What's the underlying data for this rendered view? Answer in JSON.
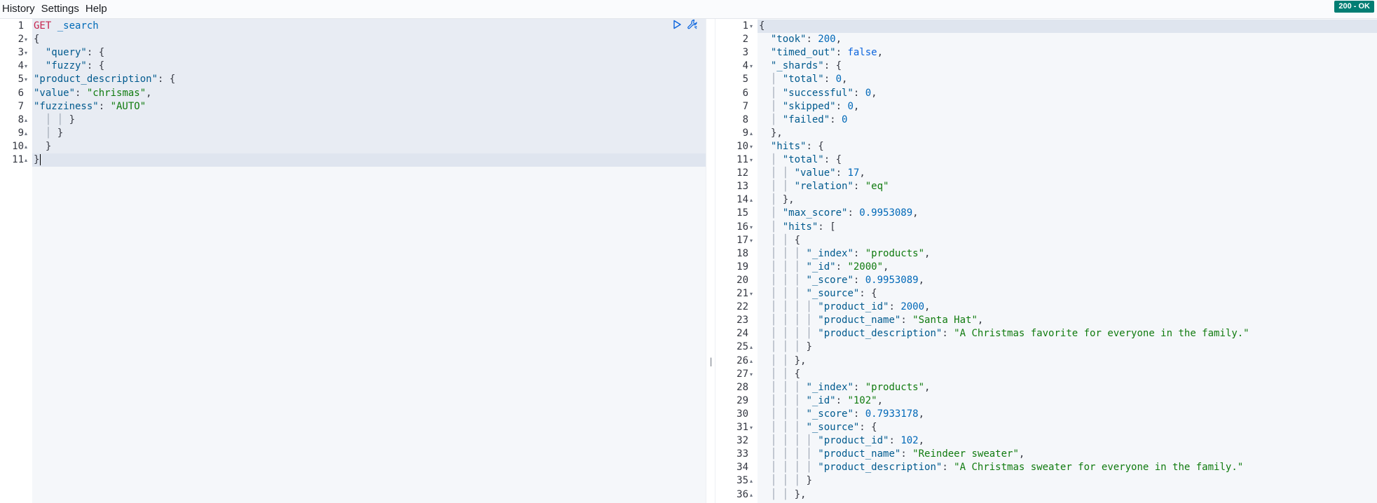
{
  "menu": {
    "items": [
      "History",
      "Settings",
      "Help"
    ]
  },
  "status": {
    "label": "200 - OK",
    "color": "#017d73"
  },
  "request": {
    "gutter": [
      {
        "n": "1",
        "fold": ""
      },
      {
        "n": "2",
        "fold": "▾"
      },
      {
        "n": "3",
        "fold": "▾"
      },
      {
        "n": "4",
        "fold": "▾"
      },
      {
        "n": "5",
        "fold": "▾"
      },
      {
        "n": "6",
        "fold": ""
      },
      {
        "n": "7",
        "fold": ""
      },
      {
        "n": "8",
        "fold": "▴"
      },
      {
        "n": "9",
        "fold": "▴"
      },
      {
        "n": "10",
        "fold": "▴"
      },
      {
        "n": "11",
        "fold": "▴"
      }
    ],
    "lines": [
      [
        {
          "t": "GET",
          "c": "method"
        },
        {
          "t": " "
        },
        {
          "t": "_search",
          "c": "path"
        }
      ],
      [
        {
          "t": "{",
          "c": "punc"
        }
      ],
      [
        {
          "t": "  "
        },
        {
          "t": "\"query\"",
          "c": "key"
        },
        {
          "t": ": {",
          "c": "punc"
        }
      ],
      [
        {
          "t": "  "
        },
        {
          "t": "\"fuzzy\"",
          "c": "key"
        },
        {
          "t": ": {",
          "c": "punc"
        }
      ],
      [
        {
          "t": "\"product_description\"",
          "c": "key"
        },
        {
          "t": ": {",
          "c": "punc"
        }
      ],
      [
        {
          "t": "\"value\"",
          "c": "key"
        },
        {
          "t": ": ",
          "c": "punc"
        },
        {
          "t": "\"chrismas\"",
          "c": "str"
        },
        {
          "t": ",",
          "c": "punc"
        }
      ],
      [
        {
          "t": "\"fuzziness\"",
          "c": "key"
        },
        {
          "t": ": ",
          "c": "punc"
        },
        {
          "t": "\"AUTO\"",
          "c": "str"
        }
      ],
      [
        {
          "t": "  │ │ ",
          "c": "guide"
        },
        {
          "t": "}",
          "c": "punc"
        }
      ],
      [
        {
          "t": "  │ ",
          "c": "guide"
        },
        {
          "t": "}",
          "c": "punc"
        }
      ],
      [
        {
          "t": "  "
        },
        {
          "t": "}",
          "c": "punc"
        }
      ],
      [
        {
          "t": "}",
          "c": "punc"
        }
      ]
    ],
    "tools": [
      "play-icon",
      "wrench-icon"
    ]
  },
  "response": {
    "gutter": [
      {
        "n": "1",
        "fold": "▾"
      },
      {
        "n": "2",
        "fold": ""
      },
      {
        "n": "3",
        "fold": ""
      },
      {
        "n": "4",
        "fold": "▾"
      },
      {
        "n": "5",
        "fold": ""
      },
      {
        "n": "6",
        "fold": ""
      },
      {
        "n": "7",
        "fold": ""
      },
      {
        "n": "8",
        "fold": ""
      },
      {
        "n": "9",
        "fold": "▴"
      },
      {
        "n": "10",
        "fold": "▾"
      },
      {
        "n": "11",
        "fold": "▾"
      },
      {
        "n": "12",
        "fold": ""
      },
      {
        "n": "13",
        "fold": ""
      },
      {
        "n": "14",
        "fold": "▴"
      },
      {
        "n": "15",
        "fold": ""
      },
      {
        "n": "16",
        "fold": "▾"
      },
      {
        "n": "17",
        "fold": "▾"
      },
      {
        "n": "18",
        "fold": ""
      },
      {
        "n": "19",
        "fold": ""
      },
      {
        "n": "20",
        "fold": ""
      },
      {
        "n": "21",
        "fold": "▾"
      },
      {
        "n": "22",
        "fold": ""
      },
      {
        "n": "23",
        "fold": ""
      },
      {
        "n": "24",
        "fold": ""
      },
      {
        "n": "25",
        "fold": "▴"
      },
      {
        "n": "26",
        "fold": "▴"
      },
      {
        "n": "27",
        "fold": "▾"
      },
      {
        "n": "28",
        "fold": ""
      },
      {
        "n": "29",
        "fold": ""
      },
      {
        "n": "30",
        "fold": ""
      },
      {
        "n": "31",
        "fold": "▾"
      },
      {
        "n": "32",
        "fold": ""
      },
      {
        "n": "33",
        "fold": ""
      },
      {
        "n": "34",
        "fold": ""
      },
      {
        "n": "35",
        "fold": "▴"
      },
      {
        "n": "36",
        "fold": "▴"
      }
    ],
    "lines": [
      [
        {
          "t": "{",
          "c": "punc"
        }
      ],
      [
        {
          "t": "  "
        },
        {
          "t": "\"took\"",
          "c": "key"
        },
        {
          "t": ": ",
          "c": "punc"
        },
        {
          "t": "200",
          "c": "num"
        },
        {
          "t": ",",
          "c": "punc"
        }
      ],
      [
        {
          "t": "  "
        },
        {
          "t": "\"timed_out\"",
          "c": "key"
        },
        {
          "t": ": ",
          "c": "punc"
        },
        {
          "t": "false",
          "c": "bool"
        },
        {
          "t": ",",
          "c": "punc"
        }
      ],
      [
        {
          "t": "  "
        },
        {
          "t": "\"_shards\"",
          "c": "key"
        },
        {
          "t": ": {",
          "c": "punc"
        }
      ],
      [
        {
          "t": "  │ ",
          "c": "guide"
        },
        {
          "t": "\"total\"",
          "c": "key"
        },
        {
          "t": ": ",
          "c": "punc"
        },
        {
          "t": "0",
          "c": "num"
        },
        {
          "t": ",",
          "c": "punc"
        }
      ],
      [
        {
          "t": "  │ ",
          "c": "guide"
        },
        {
          "t": "\"successful\"",
          "c": "key"
        },
        {
          "t": ": ",
          "c": "punc"
        },
        {
          "t": "0",
          "c": "num"
        },
        {
          "t": ",",
          "c": "punc"
        }
      ],
      [
        {
          "t": "  │ ",
          "c": "guide"
        },
        {
          "t": "\"skipped\"",
          "c": "key"
        },
        {
          "t": ": ",
          "c": "punc"
        },
        {
          "t": "0",
          "c": "num"
        },
        {
          "t": ",",
          "c": "punc"
        }
      ],
      [
        {
          "t": "  │ ",
          "c": "guide"
        },
        {
          "t": "\"failed\"",
          "c": "key"
        },
        {
          "t": ": ",
          "c": "punc"
        },
        {
          "t": "0",
          "c": "num"
        }
      ],
      [
        {
          "t": "  "
        },
        {
          "t": "},",
          "c": "punc"
        }
      ],
      [
        {
          "t": "  "
        },
        {
          "t": "\"hits\"",
          "c": "key"
        },
        {
          "t": ": {",
          "c": "punc"
        }
      ],
      [
        {
          "t": "  │ ",
          "c": "guide"
        },
        {
          "t": "\"total\"",
          "c": "key"
        },
        {
          "t": ": {",
          "c": "punc"
        }
      ],
      [
        {
          "t": "  │ │ ",
          "c": "guide"
        },
        {
          "t": "\"value\"",
          "c": "key"
        },
        {
          "t": ": ",
          "c": "punc"
        },
        {
          "t": "17",
          "c": "num"
        },
        {
          "t": ",",
          "c": "punc"
        }
      ],
      [
        {
          "t": "  │ │ ",
          "c": "guide"
        },
        {
          "t": "\"relation\"",
          "c": "key"
        },
        {
          "t": ": ",
          "c": "punc"
        },
        {
          "t": "\"eq\"",
          "c": "str"
        }
      ],
      [
        {
          "t": "  │ ",
          "c": "guide"
        },
        {
          "t": "},",
          "c": "punc"
        }
      ],
      [
        {
          "t": "  │ ",
          "c": "guide"
        },
        {
          "t": "\"max_score\"",
          "c": "key"
        },
        {
          "t": ": ",
          "c": "punc"
        },
        {
          "t": "0.9953089",
          "c": "num"
        },
        {
          "t": ",",
          "c": "punc"
        }
      ],
      [
        {
          "t": "  │ ",
          "c": "guide"
        },
        {
          "t": "\"hits\"",
          "c": "key"
        },
        {
          "t": ": [",
          "c": "punc"
        }
      ],
      [
        {
          "t": "  │ │ ",
          "c": "guide"
        },
        {
          "t": "{",
          "c": "punc"
        }
      ],
      [
        {
          "t": "  │ │ │ ",
          "c": "guide"
        },
        {
          "t": "\"_index\"",
          "c": "key"
        },
        {
          "t": ": ",
          "c": "punc"
        },
        {
          "t": "\"products\"",
          "c": "str"
        },
        {
          "t": ",",
          "c": "punc"
        }
      ],
      [
        {
          "t": "  │ │ │ ",
          "c": "guide"
        },
        {
          "t": "\"_id\"",
          "c": "key"
        },
        {
          "t": ": ",
          "c": "punc"
        },
        {
          "t": "\"2000\"",
          "c": "str"
        },
        {
          "t": ",",
          "c": "punc"
        }
      ],
      [
        {
          "t": "  │ │ │ ",
          "c": "guide"
        },
        {
          "t": "\"_score\"",
          "c": "key"
        },
        {
          "t": ": ",
          "c": "punc"
        },
        {
          "t": "0.9953089",
          "c": "num"
        },
        {
          "t": ",",
          "c": "punc"
        }
      ],
      [
        {
          "t": "  │ │ │ ",
          "c": "guide"
        },
        {
          "t": "\"_source\"",
          "c": "key"
        },
        {
          "t": ": {",
          "c": "punc"
        }
      ],
      [
        {
          "t": "  │ │ │ │ ",
          "c": "guide"
        },
        {
          "t": "\"product_id\"",
          "c": "key"
        },
        {
          "t": ": ",
          "c": "punc"
        },
        {
          "t": "2000",
          "c": "num"
        },
        {
          "t": ",",
          "c": "punc"
        }
      ],
      [
        {
          "t": "  │ │ │ │ ",
          "c": "guide"
        },
        {
          "t": "\"product_name\"",
          "c": "key"
        },
        {
          "t": ": ",
          "c": "punc"
        },
        {
          "t": "\"Santa Hat\"",
          "c": "str"
        },
        {
          "t": ",",
          "c": "punc"
        }
      ],
      [
        {
          "t": "  │ │ │ │ ",
          "c": "guide"
        },
        {
          "t": "\"product_description\"",
          "c": "key"
        },
        {
          "t": ": ",
          "c": "punc"
        },
        {
          "t": "\"A Christmas favorite for everyone in the family.\"",
          "c": "str"
        }
      ],
      [
        {
          "t": "  │ │ │ ",
          "c": "guide"
        },
        {
          "t": "}",
          "c": "punc"
        }
      ],
      [
        {
          "t": "  │ │ ",
          "c": "guide"
        },
        {
          "t": "},",
          "c": "punc"
        }
      ],
      [
        {
          "t": "  │ │ ",
          "c": "guide"
        },
        {
          "t": "{",
          "c": "punc"
        }
      ],
      [
        {
          "t": "  │ │ │ ",
          "c": "guide"
        },
        {
          "t": "\"_index\"",
          "c": "key"
        },
        {
          "t": ": ",
          "c": "punc"
        },
        {
          "t": "\"products\"",
          "c": "str"
        },
        {
          "t": ",",
          "c": "punc"
        }
      ],
      [
        {
          "t": "  │ │ │ ",
          "c": "guide"
        },
        {
          "t": "\"_id\"",
          "c": "key"
        },
        {
          "t": ": ",
          "c": "punc"
        },
        {
          "t": "\"102\"",
          "c": "str"
        },
        {
          "t": ",",
          "c": "punc"
        }
      ],
      [
        {
          "t": "  │ │ │ ",
          "c": "guide"
        },
        {
          "t": "\"_score\"",
          "c": "key"
        },
        {
          "t": ": ",
          "c": "punc"
        },
        {
          "t": "0.7933178",
          "c": "num"
        },
        {
          "t": ",",
          "c": "punc"
        }
      ],
      [
        {
          "t": "  │ │ │ ",
          "c": "guide"
        },
        {
          "t": "\"_source\"",
          "c": "key"
        },
        {
          "t": ": {",
          "c": "punc"
        }
      ],
      [
        {
          "t": "  │ │ │ │ ",
          "c": "guide"
        },
        {
          "t": "\"product_id\"",
          "c": "key"
        },
        {
          "t": ": ",
          "c": "punc"
        },
        {
          "t": "102",
          "c": "num"
        },
        {
          "t": ",",
          "c": "punc"
        }
      ],
      [
        {
          "t": "  │ │ │ │ ",
          "c": "guide"
        },
        {
          "t": "\"product_name\"",
          "c": "key"
        },
        {
          "t": ": ",
          "c": "punc"
        },
        {
          "t": "\"Reindeer sweater\"",
          "c": "str"
        },
        {
          "t": ",",
          "c": "punc"
        }
      ],
      [
        {
          "t": "  │ │ │ │ ",
          "c": "guide"
        },
        {
          "t": "\"product_description\"",
          "c": "key"
        },
        {
          "t": ": ",
          "c": "punc"
        },
        {
          "t": "\"A Christmas sweater for everyone in the family.\"",
          "c": "str"
        }
      ],
      [
        {
          "t": "  │ │ │ ",
          "c": "guide"
        },
        {
          "t": "}",
          "c": "punc"
        }
      ],
      [
        {
          "t": "  │ │ ",
          "c": "guide"
        },
        {
          "t": "},",
          "c": "punc"
        }
      ]
    ]
  },
  "divider": {
    "handle": "||"
  }
}
